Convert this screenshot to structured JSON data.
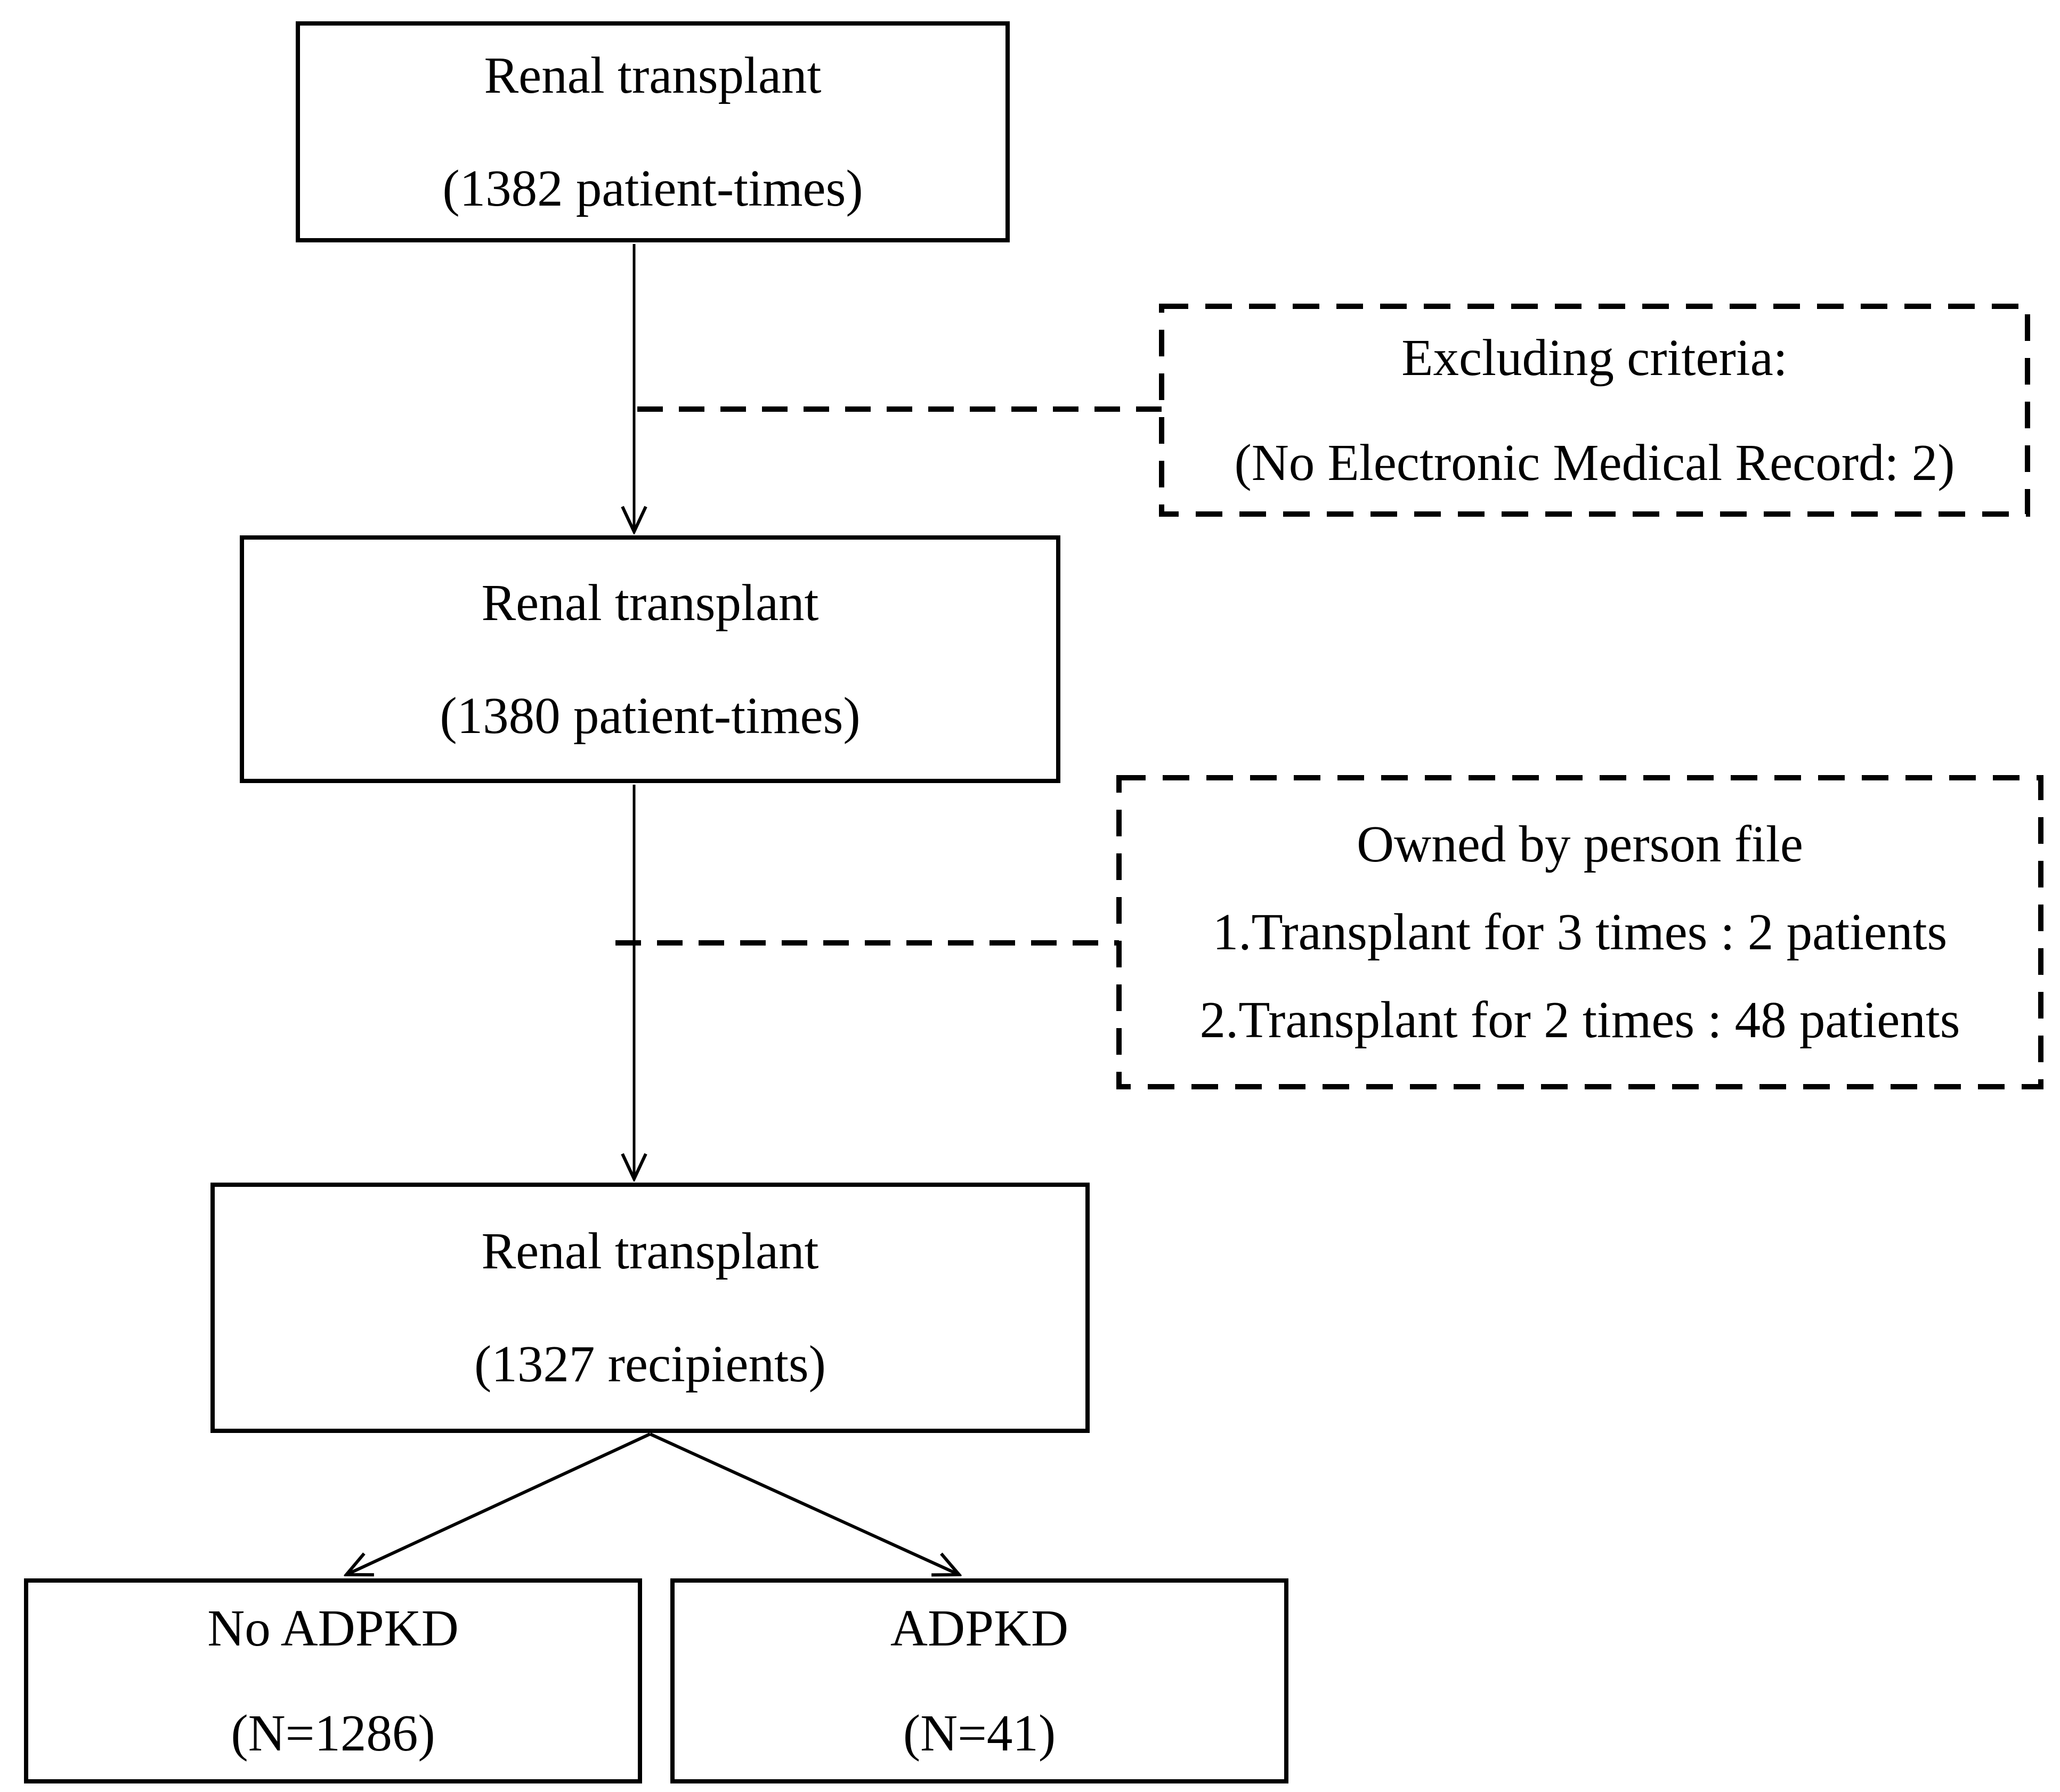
{
  "flowchart": {
    "title": "Renal transplant recipient selection flowchart",
    "colors": {
      "background": "#ffffff",
      "line": "#000000",
      "text": "#000000"
    },
    "boxes": [
      {
        "id": "renal-transplant-1",
        "style": "solid",
        "lines": [
          "Renal transplant",
          "(1382 patient-times)"
        ]
      },
      {
        "id": "excluding-criteria",
        "style": "dashed",
        "lines": [
          "Excluding criteria:",
          "(No Electronic Medical Record: 2)"
        ]
      },
      {
        "id": "renal-transplant-2",
        "style": "solid",
        "lines": [
          "Renal transplant",
          "(1380 patient-times)"
        ]
      },
      {
        "id": "owned-by-person-file",
        "style": "dashed",
        "lines": [
          "Owned by person file",
          "1.Transplant for 3 times : 2 patients",
          "2.Transplant for 2 times : 48 patients"
        ]
      },
      {
        "id": "renal-transplant-3",
        "style": "solid",
        "lines": [
          "Renal transplant",
          "(1327 recipients)"
        ]
      },
      {
        "id": "no-adpkd",
        "style": "solid",
        "lines": [
          "No ADPKD",
          "(N=1286)"
        ]
      },
      {
        "id": "adpkd",
        "style": "solid",
        "lines": [
          "ADPKD",
          "(N=41)"
        ]
      }
    ]
  }
}
